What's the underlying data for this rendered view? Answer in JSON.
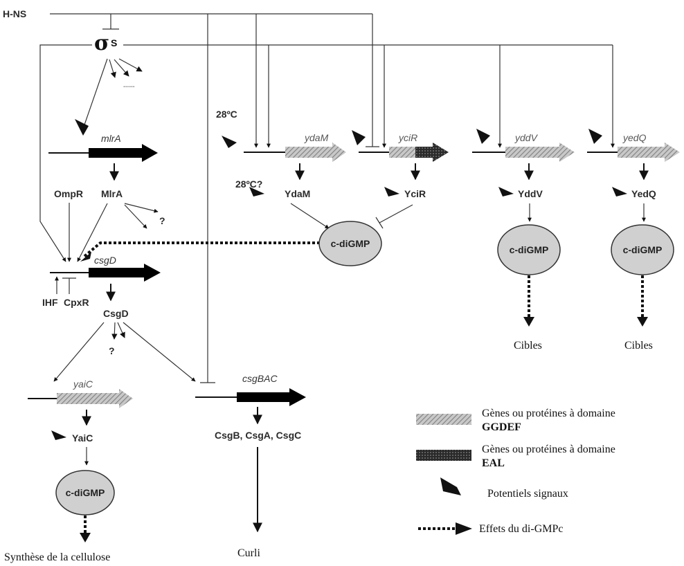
{
  "regulators": {
    "hns": "H-NS",
    "sigma": "σ",
    "sigma_sup": "S",
    "ellipsis": "......",
    "ompr": "OmpR",
    "ihf": "IHF",
    "cpxr": "CpxR",
    "unknown1": "?",
    "unknown2": "?"
  },
  "temperatures": {
    "t1": "28ºC",
    "t2": "28ºC?"
  },
  "genes": {
    "mlrA": "mlrA",
    "csgD": "csgD",
    "yaiC": "yaiC",
    "csgBAC": "csgBAC",
    "ydaM": "ydaM",
    "yciR": "yciR",
    "yddV": "yddV",
    "yedQ": "yedQ"
  },
  "proteins": {
    "MlrA": "MlrA",
    "CsgD": "CsgD",
    "YaiC": "YaiC",
    "csg_products": "CsgB, CsgA, CsgC",
    "YdaM": "YdaM",
    "YciR": "YciR",
    "YddV": "YddV",
    "YedQ": "YedQ"
  },
  "cdigmp": {
    "center": "c-diGMP",
    "yddv": "c-diGMP",
    "yedq": "c-diGMP",
    "yaic": "c-diGMP"
  },
  "outputs": {
    "cibles1": "Cibles",
    "cibles2": "Cibles",
    "cellulose": "Synthèse de la cellulose",
    "curli": "Curli"
  },
  "legend": {
    "ggdef_line1": "Gènes ou protéines à domaine",
    "ggdef_line2": "GGDEF",
    "eal_line1": "Gènes ou protéines à domaine",
    "eal_line2": "EAL",
    "signals": "Potentiels signaux",
    "effects": "Effets du di-GMPc"
  },
  "colors": {
    "ggdef_hatch": "#9a9a9a",
    "eal_fill": "#3a3a3a",
    "oval_fill": "#d0d0d0",
    "solid_gene": "#000000"
  }
}
